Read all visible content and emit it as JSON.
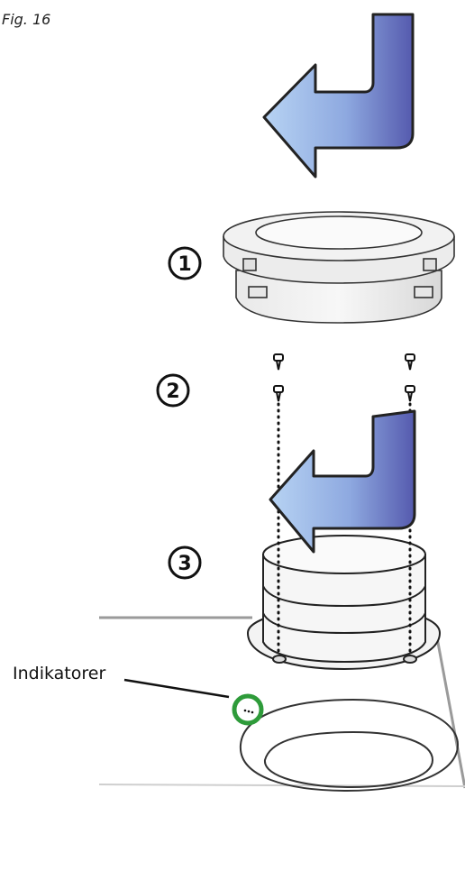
{
  "figure": {
    "label": "Fig. 16"
  },
  "steps": [
    "1",
    "2",
    "3"
  ],
  "callout": {
    "label": "Indikatorer"
  },
  "colors": {
    "arrow_light": "#a9c8ee",
    "arrow_dark": "#5a5fb0",
    "indicator_ring": "#2e9b3a",
    "outline": "#222222"
  }
}
